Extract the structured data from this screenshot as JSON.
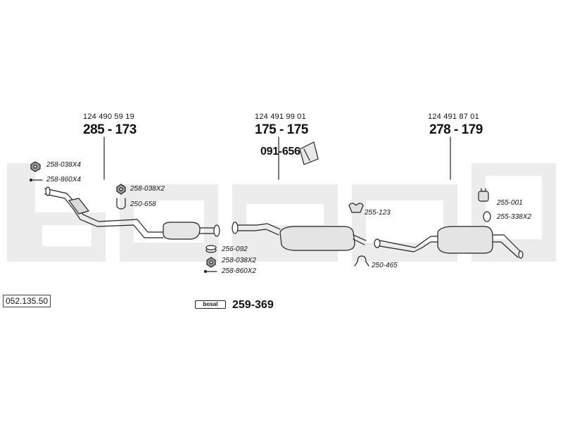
{
  "watermark": {
    "color": "#ececec"
  },
  "assemblies": [
    {
      "oem": "124 490 59 19",
      "number": "285 - 173"
    },
    {
      "oem": "124 491 99 01",
      "number": "175 - 175"
    },
    {
      "oem": "124 491 87 01",
      "number": "278 - 179"
    }
  ],
  "bracket": {
    "number": "091-656"
  },
  "parts": [
    {
      "code": "258-038X4",
      "icon": "nut-icon"
    },
    {
      "code": "258-860X4",
      "icon": "bolt-icon"
    },
    {
      "code": "258-038X2",
      "icon": "nut-icon"
    },
    {
      "code": "250-658",
      "icon": "u-clamp-icon"
    },
    {
      "code": "256-092",
      "icon": "gasket-ring-icon"
    },
    {
      "code": "258-038X2",
      "icon": "nut-icon"
    },
    {
      "code": "258-860X2",
      "icon": "bolt-icon"
    },
    {
      "code": "255-123",
      "icon": "rubber-mount-icon"
    },
    {
      "code": "250-465",
      "icon": "omega-clamp-icon"
    },
    {
      "code": "255-001",
      "icon": "rubber-hanger-icon"
    },
    {
      "code": "255-338X2",
      "icon": "rubber-ring-icon"
    }
  ],
  "catalog": {
    "code": "052.135.50"
  },
  "kit": {
    "brand": "bosal",
    "number": "259-369"
  }
}
